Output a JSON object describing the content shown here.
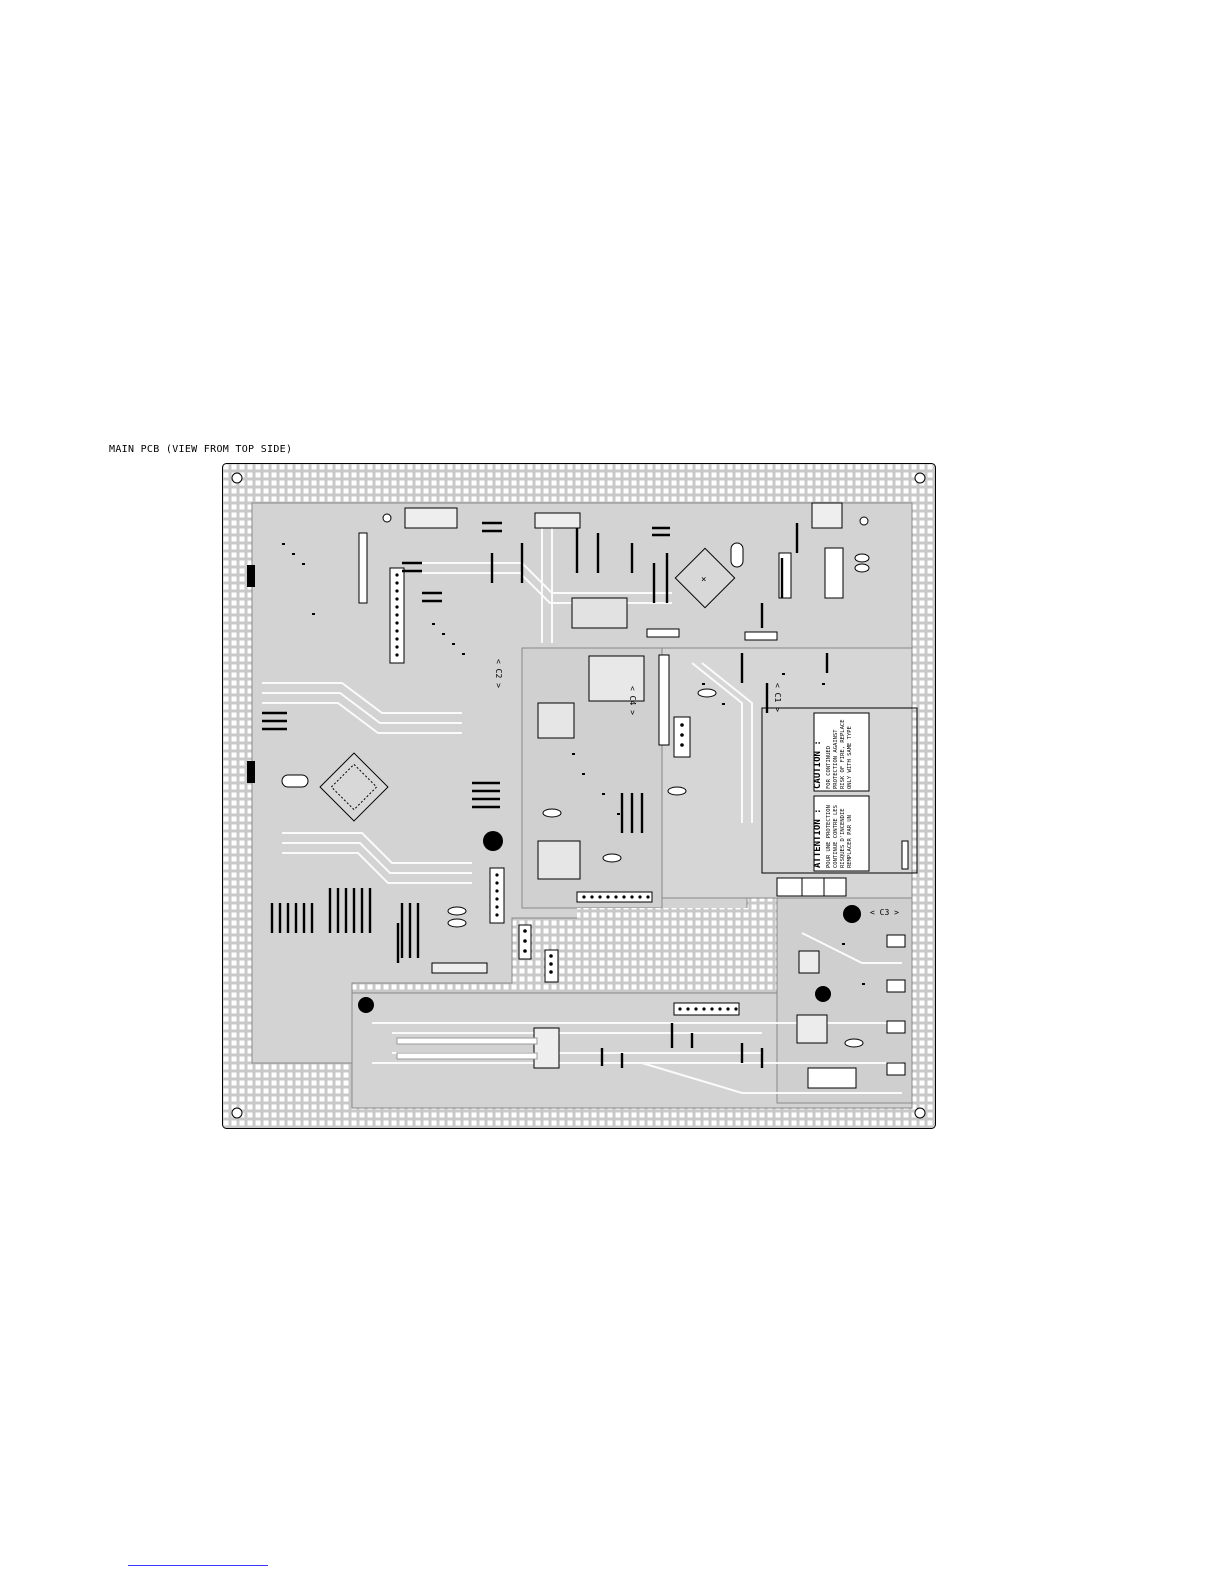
{
  "page": {
    "title": "MAIN PCB (VIEW FROM TOP SIDE)"
  },
  "pcb": {
    "section_labels": [
      "< C2 >",
      "< C4 >",
      "< C1 >",
      "< C3 >"
    ],
    "caution_title": "CAUTION :",
    "caution_lines": [
      "FOR CONTINUED",
      "PROTECTION AGAINST",
      "RISK OF FIRE, REPLACE",
      "ONLY WITH SAME TYPE"
    ],
    "attention_title": "ATTENTION :",
    "attention_lines": [
      "POUR UNE PROTECTION",
      "CONTINUE CONTRE LES",
      "RISQUES D'INCENDIE",
      "REMPLACER PAR UN"
    ],
    "colors": {
      "board": "#d9d9d9",
      "grid_cell": "#ffffff",
      "copper": "#c8c8c8",
      "trace": "#ffffff",
      "ink": "#000000",
      "link": "#3a3aff"
    }
  }
}
